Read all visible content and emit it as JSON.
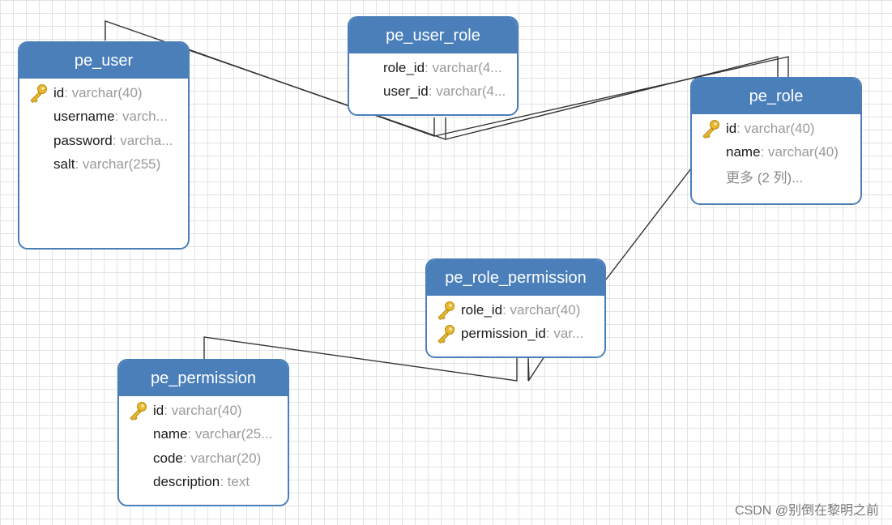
{
  "entities": [
    {
      "id": "pe_user",
      "title": "pe_user",
      "fields": [
        {
          "name": "id",
          "type": ": varchar(40)",
          "key": true
        },
        {
          "name": "username",
          "type": ": varch...",
          "key": false
        },
        {
          "name": "password",
          "type": ": varcha...",
          "key": false
        },
        {
          "name": "salt",
          "type": ": varchar(255)",
          "key": false
        }
      ]
    },
    {
      "id": "pe_user_role",
      "title": "pe_user_role",
      "fields": [
        {
          "name": "role_id",
          "type": ": varchar(4...",
          "key": false
        },
        {
          "name": "user_id",
          "type": ": varchar(4...",
          "key": false
        }
      ]
    },
    {
      "id": "pe_role",
      "title": "pe_role",
      "fields": [
        {
          "name": "id",
          "type": ": varchar(40)",
          "key": true
        },
        {
          "name": "name",
          "type": ": varchar(40)",
          "key": false
        }
      ],
      "more": "更多 (2 列)..."
    },
    {
      "id": "pe_role_permission",
      "title": "pe_role_permission",
      "fields": [
        {
          "name": "role_id",
          "type": ": varchar(40)",
          "key": true
        },
        {
          "name": "permission_id",
          "type": ": var...",
          "key": true
        }
      ]
    },
    {
      "id": "pe_permission",
      "title": "pe_permission",
      "fields": [
        {
          "name": "id",
          "type": ": varchar(40)",
          "key": true
        },
        {
          "name": "name",
          "type": ": varchar(25...",
          "key": false
        },
        {
          "name": "code",
          "type": ": varchar(20)",
          "key": false
        },
        {
          "name": "description",
          "type": ": text",
          "key": false
        }
      ]
    }
  ],
  "colors": {
    "header": "#4a7fba",
    "border": "#4a7fba",
    "key": "#e8b830",
    "line": "#333333"
  },
  "watermark": "CSDN @别倒在黎明之前"
}
